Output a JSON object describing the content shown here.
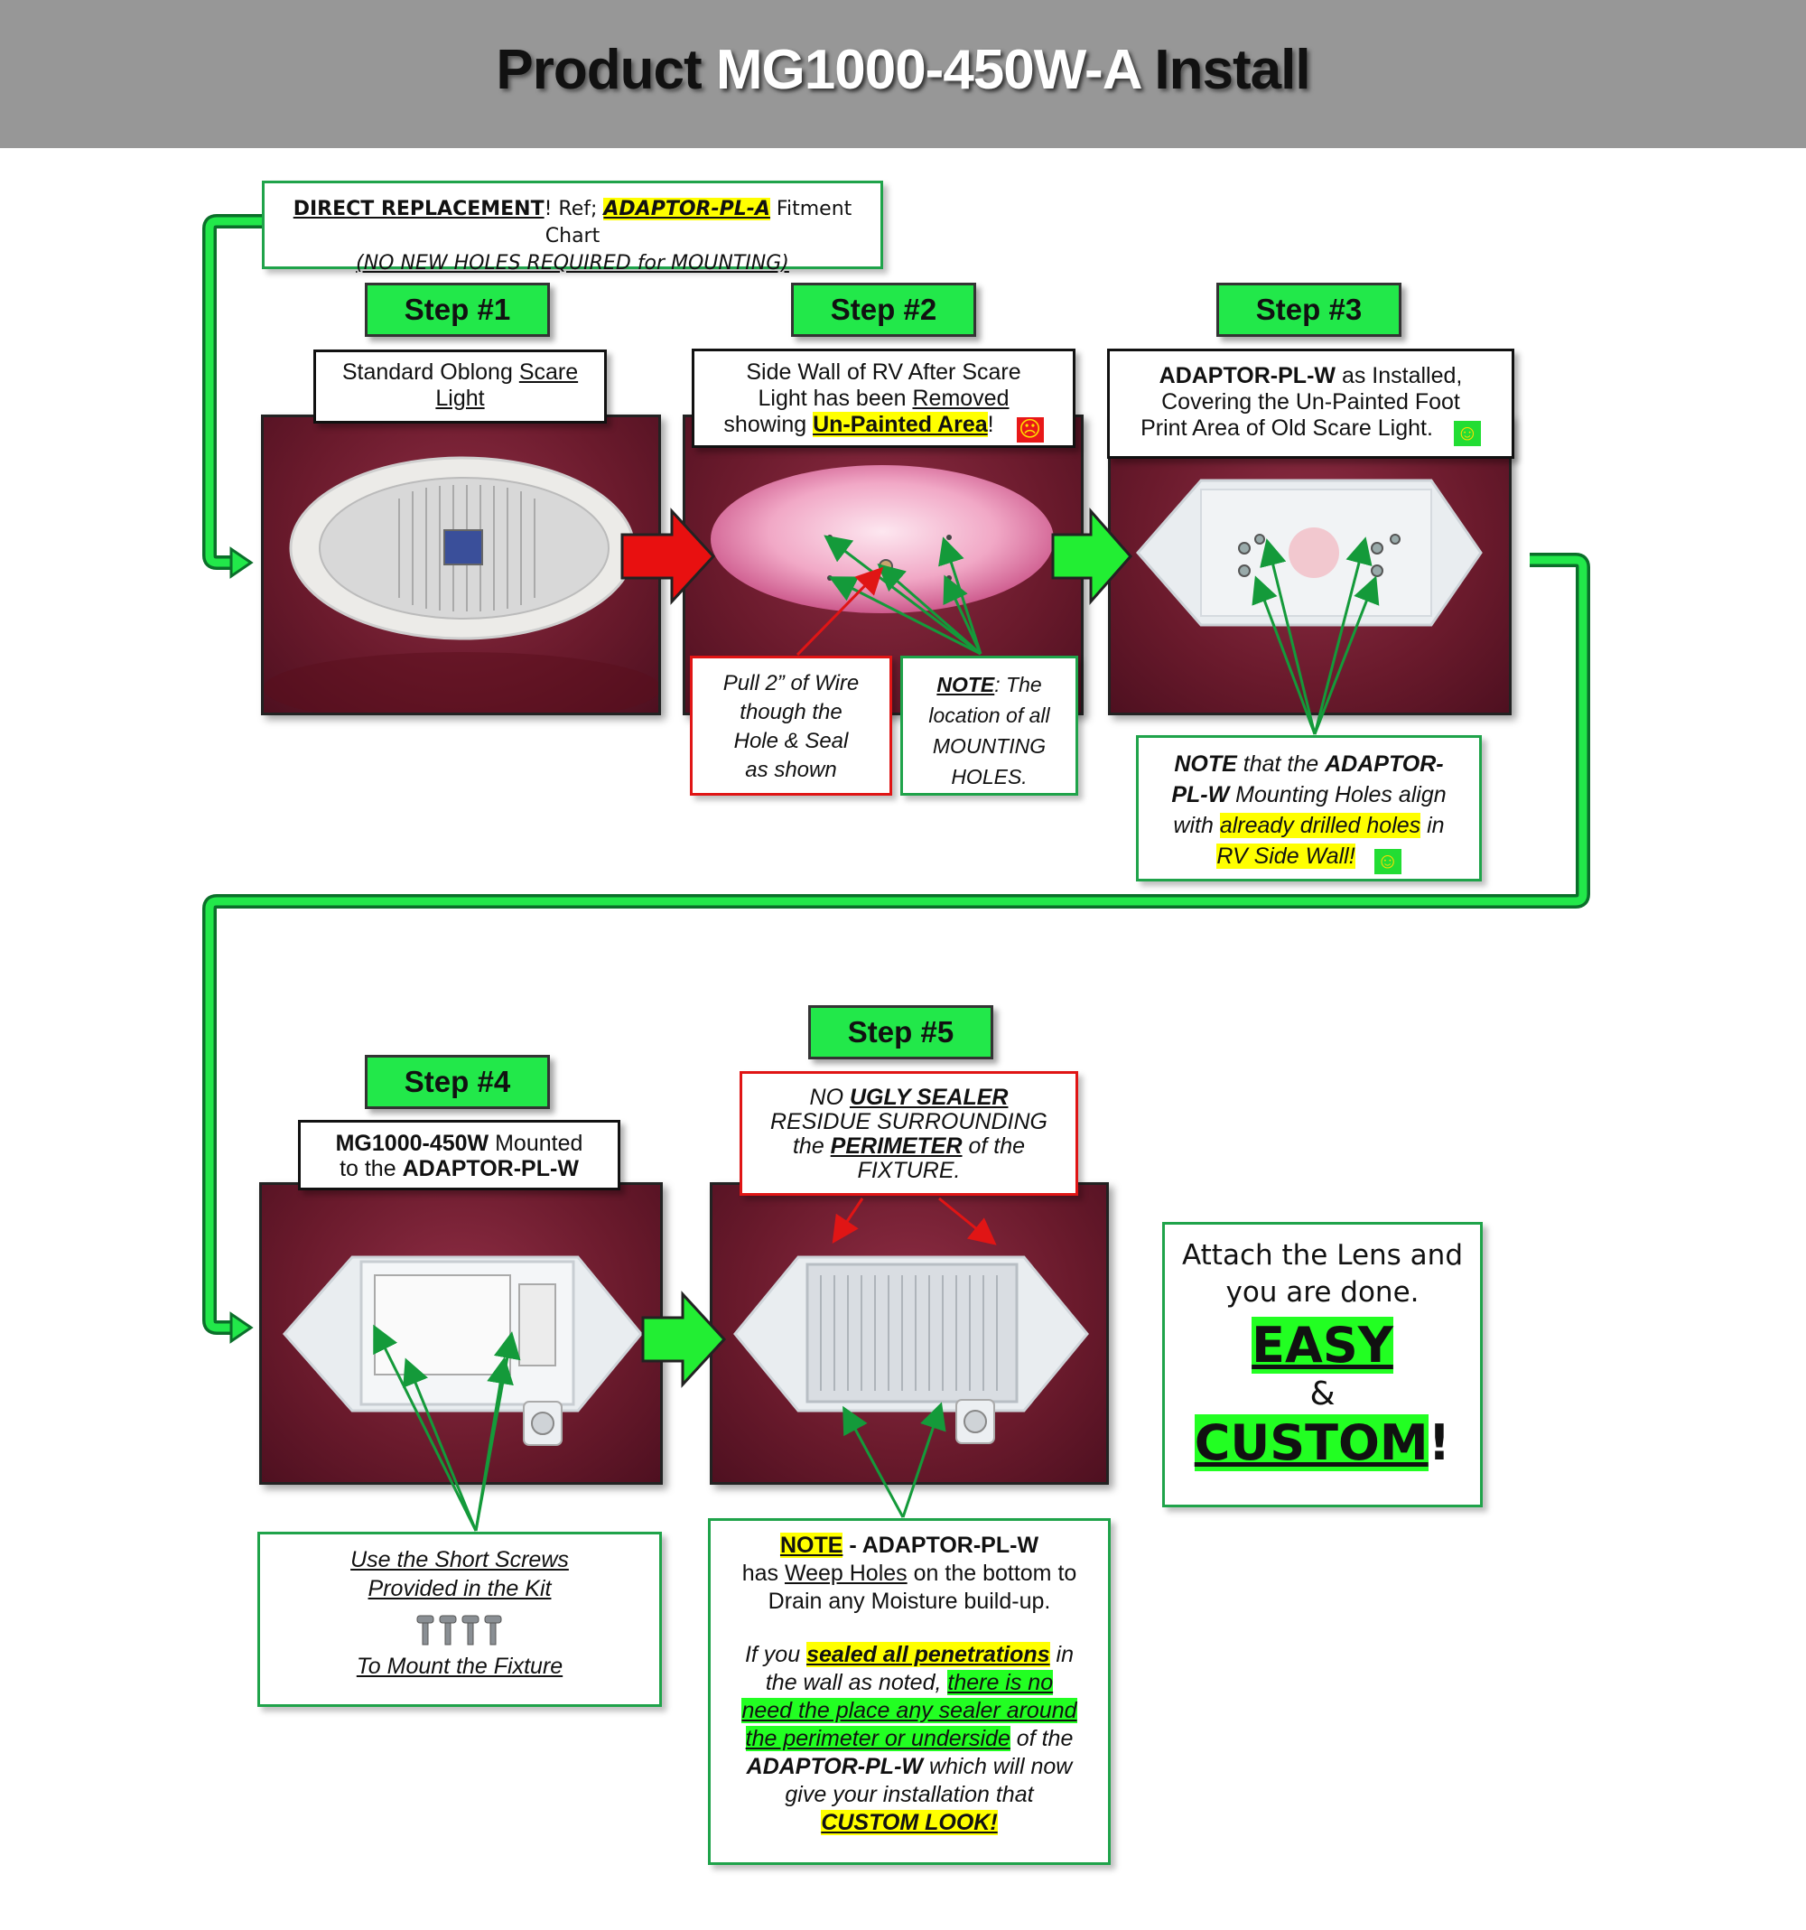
{
  "header": {
    "title_part1": "Product ",
    "title_part2": "MG1000-450W-A",
    "title_part3": " Install"
  },
  "direct_replacement": {
    "label": "DIRECT REPLACEMENT",
    "ref": "! Ref; ",
    "adaptor": "ADAPTOR-PL-A",
    "chart": " Fitment Chart",
    "note": "(NO NEW HOLES REQUIRED for MOUNTING)"
  },
  "steps": {
    "s1": "Step #1",
    "s2": "Step #2",
    "s3": "Step #3",
    "s4": "Step #4",
    "s5": "Step #5"
  },
  "step1": {
    "a": "Standard Oblong ",
    "b": "Scare",
    "c": "Light"
  },
  "step2": {
    "l1": "Side Wall of RV After Scare",
    "l2a": "Light has been ",
    "l2b": "Removed",
    "l3a": "showing ",
    "l3b": "Un-Painted Area",
    "l3c": "!"
  },
  "step3": {
    "l1a": "ADAPTOR-PL-W",
    "l1b": " as Installed,",
    "l2": "Covering the Un-Painted Foot",
    "l3": "Print Area of Old Scare Light."
  },
  "wire_note": {
    "l1": "Pull 2” of Wire",
    "l2": "though the",
    "l3": "Hole & Seal",
    "l4": "as shown"
  },
  "holes_note": {
    "l1a": "NOTE",
    "l1b": ": The",
    "l2": "location of all",
    "l3": "MOUNTING",
    "l4": "HOLES."
  },
  "align_note": {
    "l1a": "NOTE",
    "l1b": " that the ",
    "l1c": "ADAPTOR-",
    "l2a": "PL-W",
    "l2b": " Mounting Holes align",
    "l3a": "with ",
    "l3b": "already drilled holes",
    "l3c": " in",
    "l4": "RV Side Wall!"
  },
  "step4": {
    "l1a": "MG1000-450W",
    "l1b": " Mounted",
    "l2a": "to the ",
    "l2b": "ADAPTOR-PL-W"
  },
  "step5": {
    "l1a": "NO ",
    "l1b": "UGLY SEALER",
    "l2": "RESIDUE SURROUNDING",
    "l3a": "the ",
    "l3b": "PERIMETER",
    "l3c": " of the",
    "l4": "FIXTURE."
  },
  "screws_note": {
    "l1": "Use the Short Screws",
    "l2": "Provided in the Kit",
    "l3": "To Mount the Fixture"
  },
  "weep_note": {
    "l1a": "NOTE",
    "l1b": " - ADAPTOR-PL-W",
    "l2a": "has ",
    "l2b": "Weep Holes",
    "l2c": " on the bottom to",
    "l3": "Drain any Moisture build-up.",
    "p1a": "If you ",
    "p1b": "sealed all penetrations",
    "p1c": " in",
    "p2a": "the wall as noted, ",
    "p2b": "there is no",
    "p3": "need the place any sealer around",
    "p4a": "the perimeter or underside",
    "p4b": " of the",
    "p5a": "ADAPTOR-PL-W",
    "p5b": " which will now",
    "p6": "give your installation that",
    "p7": "CUSTOM LOOK!"
  },
  "final": {
    "l1": "Attach the Lens and",
    "l2": "you are done.",
    "easy": "EASY",
    "amp": "&",
    "custom": "CUSTOM",
    "bang": "!"
  },
  "colors": {
    "header_gray": "#979797",
    "step_green": "#22e84a",
    "flow_green": "#0f9a3c",
    "arrow_red": "#e81010",
    "highlight_yellow": "#ffff00",
    "highlight_green": "#22ff22"
  }
}
